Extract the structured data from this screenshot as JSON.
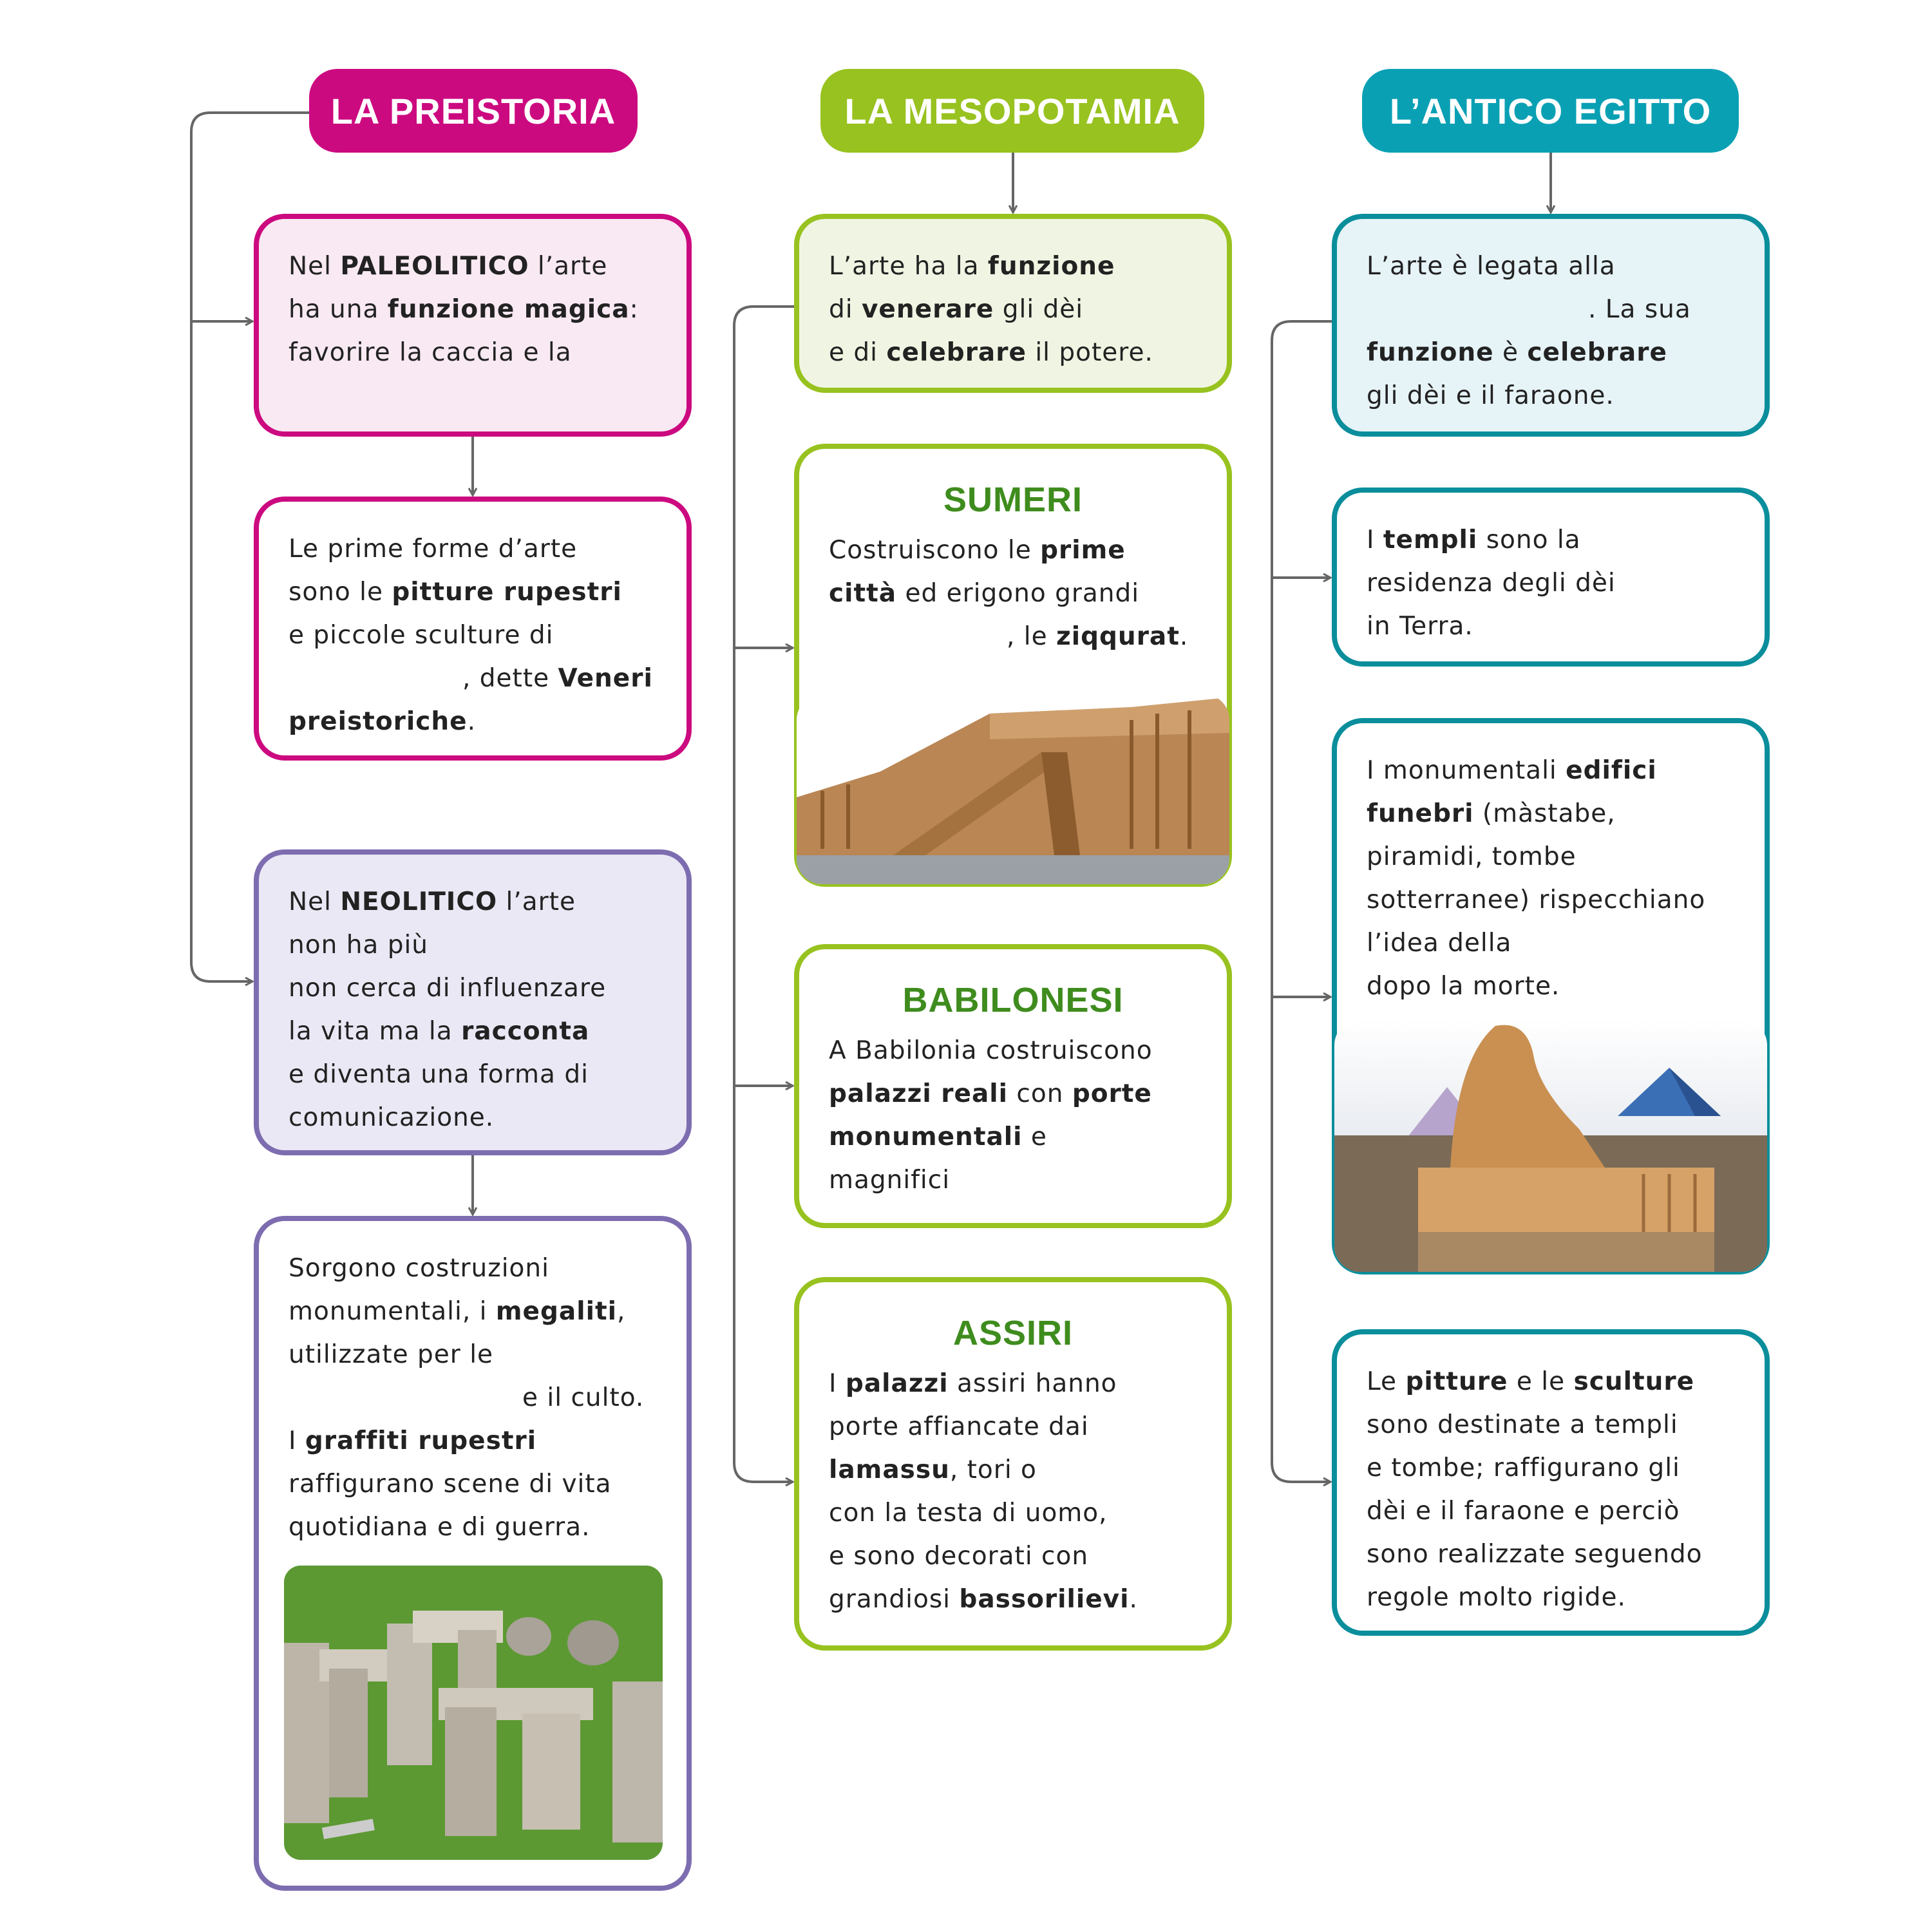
{
  "headers": {
    "preistoria": "LA PREISTORIA",
    "mesopotamia": "LA MESOPOTAMIA",
    "egitto": "L’ANTICO EGITTO"
  },
  "colors": {
    "preistoria": "#cc0a80",
    "mesopotamia": "#98c21f",
    "egitto": "#0aa0b4",
    "neolitico": "#7d6db0",
    "title_green": "#3f8c1e"
  },
  "boxes": {
    "p1": {
      "lines": [
        [
          "Nel ",
          {
            "t": "PALEOLITICO",
            "b": true
          },
          " l’arte"
        ],
        [
          "ha una ",
          {
            "t": "funzione magica",
            "b": true
          },
          ":"
        ],
        [
          "favorire la caccia e la"
        ]
      ]
    },
    "p2": {
      "lines": [
        [
          "Le prime forme d’arte"
        ],
        [
          "sono le ",
          {
            "t": "pitture rupestri",
            "b": true
          }
        ],
        [
          "e piccole sculture di"
        ],
        [
          {
            "gap": true
          },
          ", dette ",
          {
            "t": "Veneri",
            "b": true
          }
        ],
        [
          {
            "t": "preistoriche",
            "b": true
          },
          "."
        ]
      ]
    },
    "p3": {
      "lines": [
        [
          "Nel ",
          {
            "t": "NEOLITICO",
            "b": true
          },
          " l’arte"
        ],
        [
          "non ha più"
        ],
        [
          "non cerca di influenzare"
        ],
        [
          "la vita ma la ",
          {
            "t": "racconta",
            "b": true
          }
        ],
        [
          "e diventa una forma di"
        ],
        [
          "comunicazione."
        ]
      ]
    },
    "p4": {
      "lines": [
        [
          "Sorgono costruzioni"
        ],
        [
          "monumentali, i ",
          {
            "t": "megaliti",
            "b": true
          },
          ","
        ],
        [
          "utilizzate per le"
        ],
        [
          {
            "gap": true
          },
          "e il culto."
        ],
        [
          "I ",
          {
            "t": "graffiti rupestri",
            "b": true
          }
        ],
        [
          "raffigurano scene di vita"
        ],
        [
          "quotidiana e di guerra."
        ]
      ]
    },
    "m1": {
      "lines": [
        [
          "L’arte ha la ",
          {
            "t": "funzione",
            "b": true
          }
        ],
        [
          "di ",
          {
            "t": "venerare",
            "b": true
          },
          " gli dèi"
        ],
        [
          "e di ",
          {
            "t": "celebrare",
            "b": true
          },
          " il potere."
        ]
      ]
    },
    "m2": {
      "title": "SUMERI",
      "lines": [
        [
          "Costruiscono le ",
          {
            "t": "prime",
            "b": true
          }
        ],
        [
          {
            "t": "città",
            "b": true
          },
          " ed erigono grandi"
        ],
        [
          {
            "gap": true
          },
          ", le ",
          {
            "t": "ziqqurat",
            "b": true
          },
          "."
        ]
      ]
    },
    "m3": {
      "title": "BABILONESI",
      "lines": [
        [
          "A Babilonia costruiscono"
        ],
        [
          {
            "t": "palazzi reali",
            "b": true
          },
          " con ",
          {
            "t": "porte",
            "b": true
          }
        ],
        [
          {
            "t": "monumentali",
            "b": true
          },
          " e"
        ],
        [
          "magnifici"
        ]
      ]
    },
    "m4": {
      "title": "ASSIRI",
      "lines": [
        [
          "I ",
          {
            "t": "palazzi",
            "b": true
          },
          " assiri hanno"
        ],
        [
          "porte affiancate dai"
        ],
        [
          {
            "t": "lamassu",
            "b": true
          },
          ", tori o"
        ],
        [
          "con la testa di uomo,"
        ],
        [
          "e sono decorati con"
        ],
        [
          "grandiosi ",
          {
            "t": "bassorilievi",
            "b": true
          },
          "."
        ]
      ]
    },
    "e1": {
      "lines": [
        [
          "L’arte è legata alla"
        ],
        [
          {
            "gap": true
          },
          ". La sua"
        ],
        [
          {
            "t": "funzione",
            "b": true
          },
          " è ",
          {
            "t": "celebrare",
            "b": true
          }
        ],
        [
          "gli dèi e il faraone."
        ]
      ]
    },
    "e2": {
      "lines": [
        [
          "I ",
          {
            "t": "templi",
            "b": true
          },
          " sono la"
        ],
        [
          "residenza degli dèi"
        ],
        [
          "in Terra."
        ]
      ]
    },
    "e3": {
      "lines": [
        [
          "I monumentali ",
          {
            "t": "edifici",
            "b": true
          }
        ],
        [
          {
            "t": "funebri",
            "b": true
          },
          " (màstabe,"
        ],
        [
          "piramidi, tombe"
        ],
        [
          "sotterranee) rispecchiano"
        ],
        [
          "l’idea della"
        ],
        [
          "dopo la morte."
        ]
      ]
    },
    "e4": {
      "lines": [
        [
          "Le ",
          {
            "t": "pitture",
            "b": true
          },
          " e le ",
          {
            "t": "sculture",
            "b": true
          }
        ],
        [
          "sono destinate a templi"
        ],
        [
          "e tombe; raffigurano gli"
        ],
        [
          "dèi e il faraone e perciò"
        ],
        [
          "sono realizzate seguendo"
        ],
        [
          "regole molto rigide."
        ]
      ]
    }
  }
}
